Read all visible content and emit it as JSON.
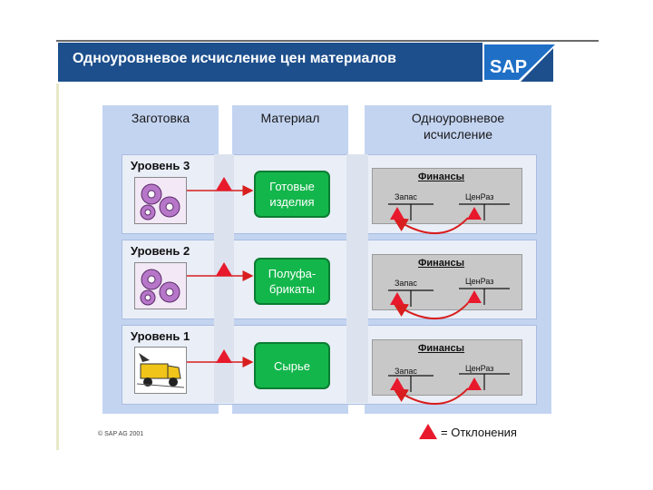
{
  "header": {
    "title": "Одноуровневое исчисление цен материалов",
    "logo": "SAP"
  },
  "columns": {
    "procurement": "Заготовка",
    "material": "Материал",
    "costing": [
      "Одноуровневое",
      "исчисление"
    ]
  },
  "rows": [
    {
      "level": "Уровень 3",
      "icon": "gears-icon",
      "material": [
        "Готовые",
        "изделия"
      ]
    },
    {
      "level": "Уровень 2",
      "icon": "gears-icon",
      "material": [
        "Полуфа-",
        "брикаты"
      ]
    },
    {
      "level": "Уровень 1",
      "icon": "truck-icon",
      "material": [
        "Сырье"
      ]
    }
  ],
  "finance": {
    "title": "Финансы",
    "left": "Запас",
    "right": "ЦенРаз"
  },
  "legend": {
    "text": "= Отклонения"
  },
  "footer": "© SAP AG 2001",
  "colors": {
    "title_bar": "#1d4f8c",
    "column": "#c3d4f1",
    "material_box": "#13b64b",
    "triangle": "#e8192c",
    "arrow": "#d81e1e"
  }
}
